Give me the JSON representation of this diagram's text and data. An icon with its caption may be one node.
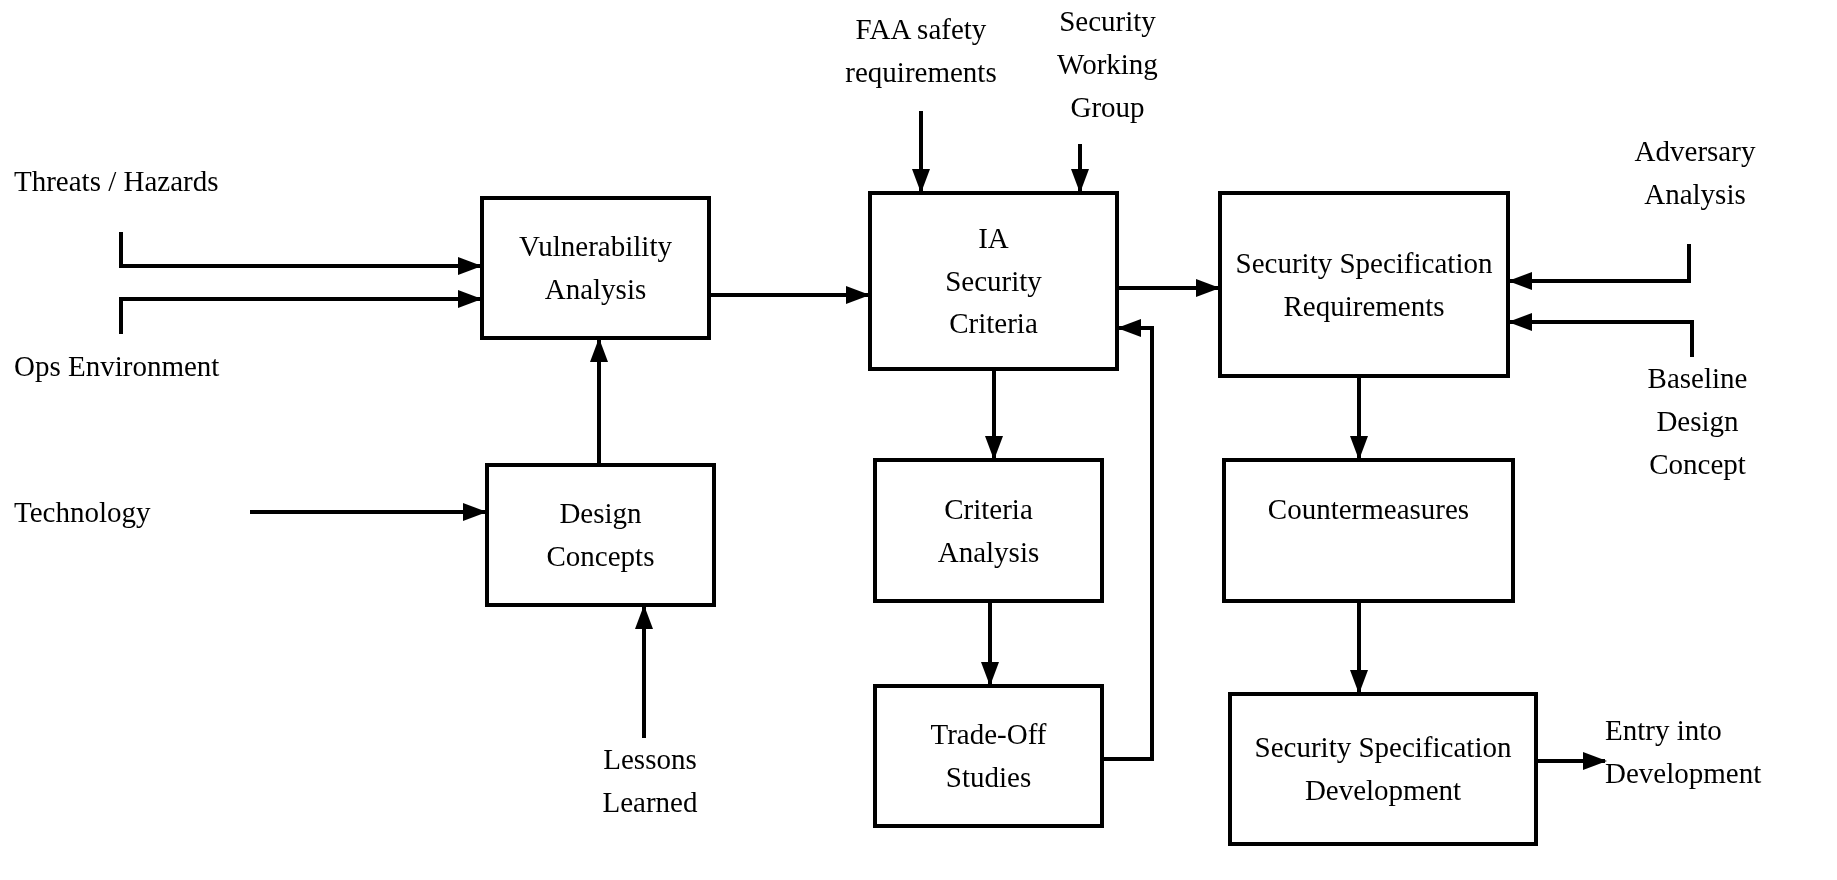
{
  "diagram": {
    "nodes": [
      {
        "text": [
          "FAA safety requirements"
        ]
      },
      {
        "text": [
          "Security Working Group"
        ]
      },
      {
        "text": [
          "Adversary Analysis"
        ]
      },
      {
        "text": [
          "Threats / Hazards"
        ]
      },
      {
        "text": [
          "Vulnerability Analysis"
        ]
      },
      {
        "text": [
          "IA Security Criteria"
        ]
      },
      {
        "text": [
          "Security Specification Requirements"
        ]
      },
      {
        "text": [
          "Ops Environment"
        ]
      },
      {
        "text": [
          "Baseline Design Concept"
        ]
      },
      {
        "text": [
          "Technology"
        ]
      },
      {
        "text": [
          "Design Concepts"
        ]
      },
      {
        "text": [
          "Criteria Analysis"
        ]
      },
      {
        "text": [
          "Countermeasures"
        ]
      },
      {
        "text": [
          "Trade-Off Studies"
        ]
      },
      {
        "text": [
          "Security Specification Development"
        ]
      },
      {
        "text": [
          "Lessons Learned"
        ]
      },
      {
        "text": [
          "Entry into Development"
        ]
      }
    ],
    "edges": [
      {
        "from": 3,
        "to": 4,
        "arrow": "to"
      },
      {
        "from": 7,
        "to": 4,
        "arrow": "to"
      },
      {
        "from": 4,
        "to": 5,
        "arrow": "to"
      },
      {
        "from": 9,
        "to": 10,
        "arrow": "to"
      },
      {
        "from": 10,
        "to": 4,
        "arrow": "to"
      },
      {
        "from": 15,
        "to": 10,
        "arrow": "to"
      },
      {
        "from": 0,
        "to": 5,
        "arrow": "to"
      },
      {
        "from": 1,
        "to": 5,
        "arrow": "to"
      },
      {
        "from": 5,
        "to": 11,
        "arrow": "to"
      },
      {
        "from": 11,
        "to": 13,
        "arrow": "to"
      },
      {
        "from": 13,
        "to": 5,
        "arrow": "to"
      },
      {
        "from": 5,
        "to": 6,
        "arrow": "to"
      },
      {
        "from": 2,
        "to": 6,
        "arrow": "to"
      },
      {
        "from": 8,
        "to": 6,
        "arrow": "to"
      },
      {
        "from": 6,
        "to": 12,
        "arrow": "to"
      },
      {
        "from": 12,
        "to": 14,
        "arrow": "to"
      },
      {
        "from": 14,
        "to": 16,
        "arrow": "to"
      }
    ]
  }
}
